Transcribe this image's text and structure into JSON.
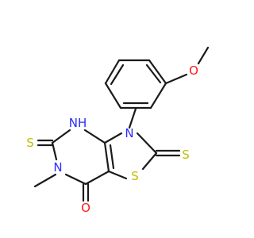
{
  "colors": {
    "bond": "#1a1a1a",
    "carbon": "#1a1a1a",
    "nitrogen": "#2b2bff",
    "oxygen": "#ff1a1a",
    "sulfur": "#bfbf00"
  },
  "atoms": {
    "o_methoxy": "O",
    "nh": "NH",
    "n_thiazole": "N",
    "s_thione_left": "S",
    "s_ring": "S",
    "s_thione_right": "S",
    "n_methyl": "N",
    "o_carbonyl": "O"
  }
}
